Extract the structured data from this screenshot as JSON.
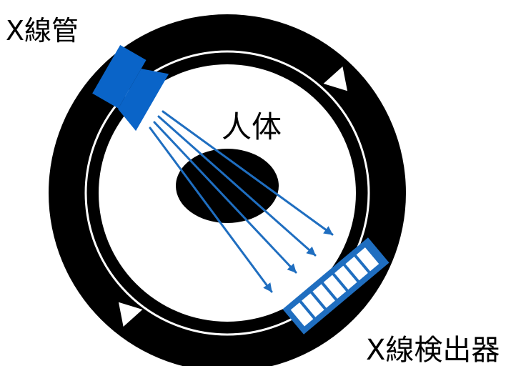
{
  "labels": {
    "xray_tube": "X線管",
    "human_body": "人体",
    "xray_detector": "X線検出器"
  },
  "colors": {
    "gantry": "#000000",
    "background": "#ffffff",
    "tube": "#0a64c8",
    "beam": "#1f6ec0",
    "detector": "#1f6ec0",
    "body": "#000000"
  },
  "diagram": {
    "rotation_direction": "clockwise",
    "beam_count": 4,
    "detector_cell_count": 7
  }
}
